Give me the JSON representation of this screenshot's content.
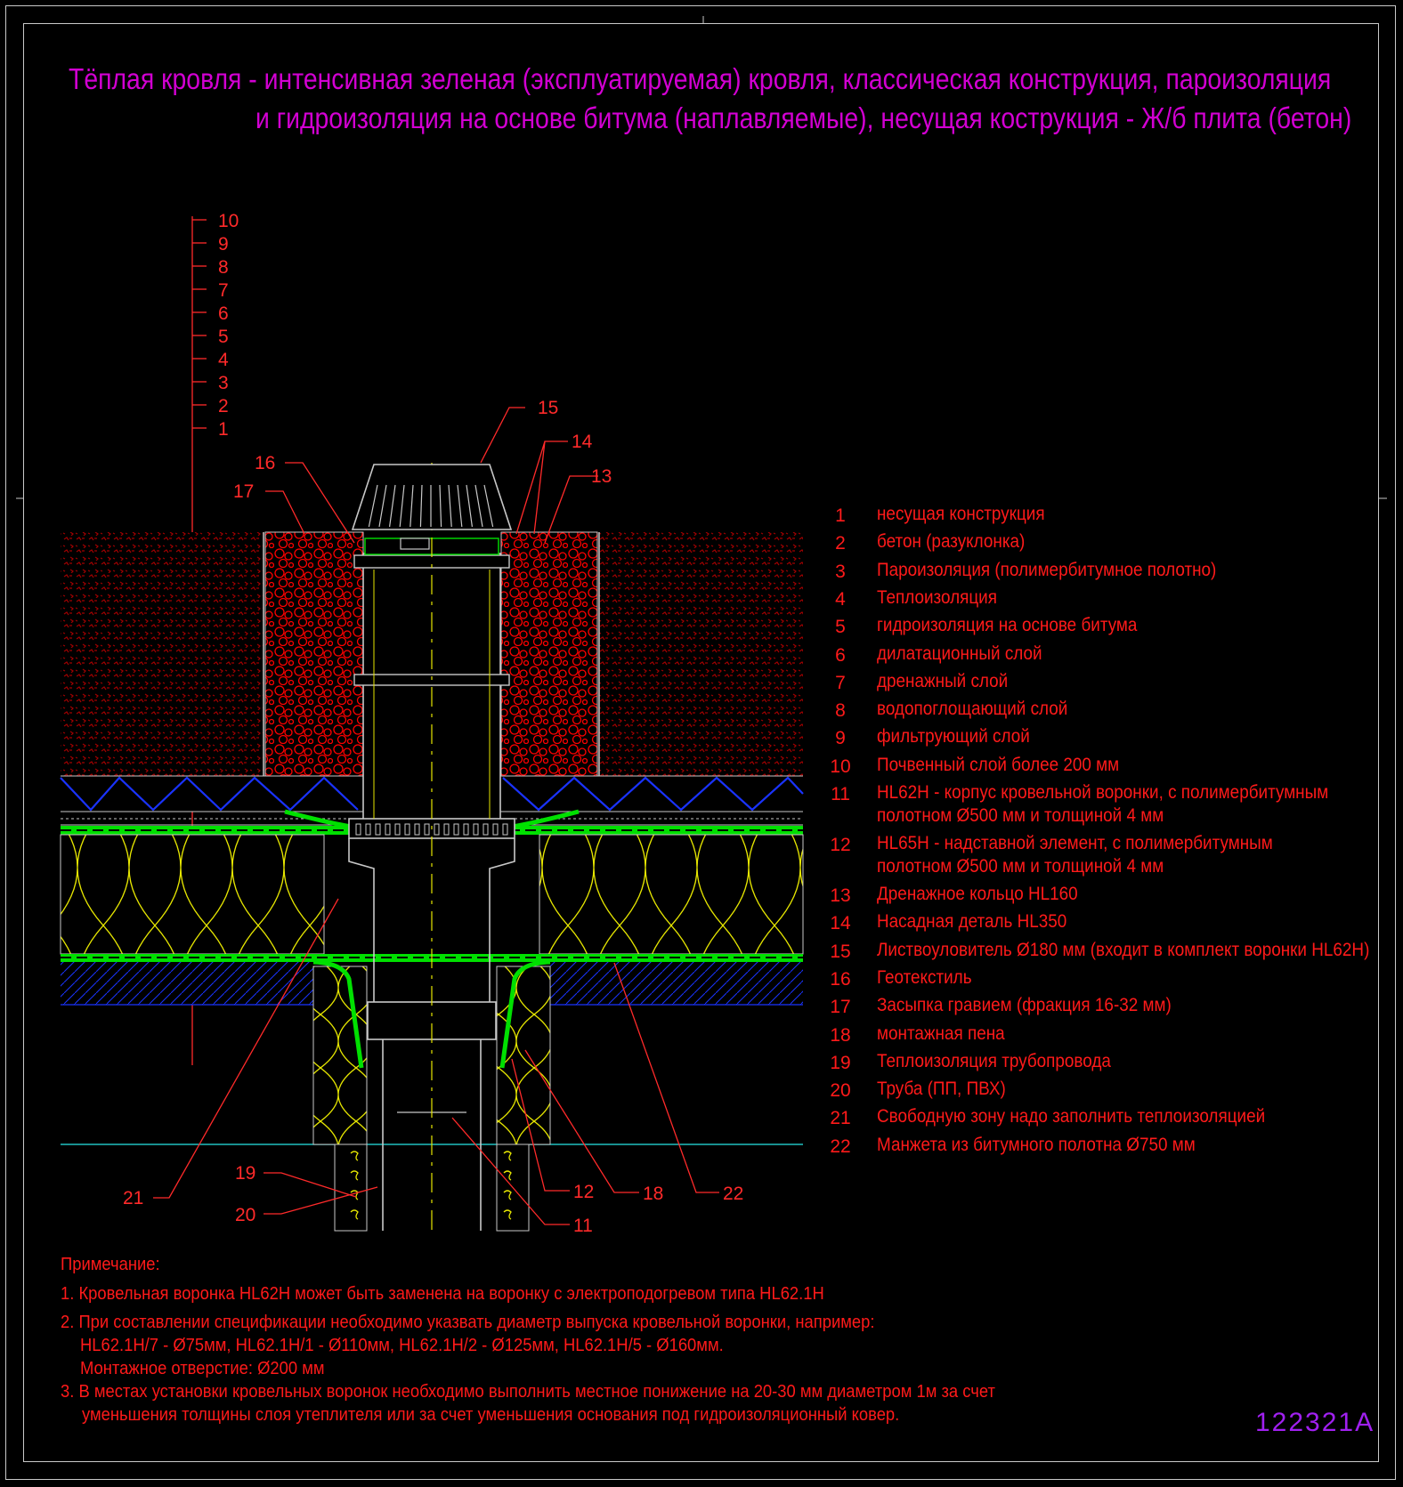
{
  "title": {
    "line1": "Тёплая кровля - интенсивная зеленая (эксплуатируемая) кровля, классическая конструкция, пароизоляция",
    "line2": "и гидроизоляция на основе битума (наплавляемые), несущая кострукция - Ж/б плита (бетон)"
  },
  "layer_scale": [
    "10",
    "9",
    "8",
    "7",
    "6",
    "5",
    "4",
    "3",
    "2",
    "1"
  ],
  "callouts": {
    "c15": "15",
    "c14": "14",
    "c13": "13",
    "c16": "16",
    "c17": "17",
    "c21": "21",
    "c19": "19",
    "c20": "20",
    "c12": "12",
    "c18": "18",
    "c22": "22",
    "c11": "11"
  },
  "legend": [
    {
      "num": "1",
      "text": "несущая конструкция"
    },
    {
      "num": "2",
      "text": "бетон (разуклонка)"
    },
    {
      "num": "3",
      "text": "Пароизоляция (полимербитумное полотно)"
    },
    {
      "num": "4",
      "text": "Теплоизоляция"
    },
    {
      "num": "5",
      "text": "гидроизоляция на основе битума"
    },
    {
      "num": "6",
      "text": "дилатационный слой"
    },
    {
      "num": "7",
      "text": "дренажный   слой"
    },
    {
      "num": "8",
      "text": "водопоглощающий слой"
    },
    {
      "num": "9",
      "text": "фильтрующий слой"
    },
    {
      "num": "10",
      "text": "Почвенный слой более 200 мм"
    },
    {
      "num": "11",
      "text": "HL62H - корпус кровельной воронки, с полимербитумным",
      "text2": "полотном Ø500 мм и толщиной 4 мм"
    },
    {
      "num": "12",
      "text": "HL65H - надставной элемент, с полимербитумным",
      "text2": "полотном Ø500 мм и толщиной 4 мм"
    },
    {
      "num": "13",
      "text": "Дренажное кольцо HL160"
    },
    {
      "num": "14",
      "text": "Насадная деталь HL350"
    },
    {
      "num": "15",
      "text": "Листвоуловитель Ø180 мм (входит в комплект воронки HL62H)"
    },
    {
      "num": "16",
      "text": "Геотекстиль"
    },
    {
      "num": "17",
      "text": "Засыпка гравием (фракция 16-32 мм)"
    },
    {
      "num": "18",
      "text": "монтажная пена"
    },
    {
      "num": "19",
      "text": "Теплоизоляция трубопровода"
    },
    {
      "num": "20",
      "text": "Труба (ПП, ПВХ)"
    },
    {
      "num": "21",
      "text": "Свободную зону надо заполнить теплоизоляцией"
    },
    {
      "num": "22",
      "text": "Манжета из битумного полотна Ø750 мм"
    }
  ],
  "notes": {
    "heading": "Примечание:",
    "n1": "1. Кровельная воронка HL62H может быть заменена на воронку с электроподогревом типа HL62.1H",
    "n2": "2. При составлении спецификации необходимо указвать диаметр выпуска кровельной воронки, например:",
    "n2b": "HL62.1H/7 - Ø75мм, HL62.1H/1 - Ø110мм, HL62.1H/2 - Ø125мм, HL62.1H/5 - Ø160мм.",
    "n2c": "Монтажное отверстие: Ø200 мм",
    "n3": "3. В местах установки кровельных воронок необходимо выполнить местное понижение на 20-30 мм диаметром 1м за счет",
    "n3b": "уменьшения толщины слоя утеплителя или за счет уменьшения основания под гидроизоляционный ковер."
  },
  "drawing_code": "122321A",
  "colors": {
    "title": "#d200d2",
    "text": "#ff1a1a",
    "soil": "#8b0000",
    "gravel": "#ff0000",
    "drainage": "#1a33ff",
    "membrane": "#00e000",
    "insulation": "#e6e600",
    "pipe": "#c8c8c8",
    "code": "#a020f0"
  }
}
